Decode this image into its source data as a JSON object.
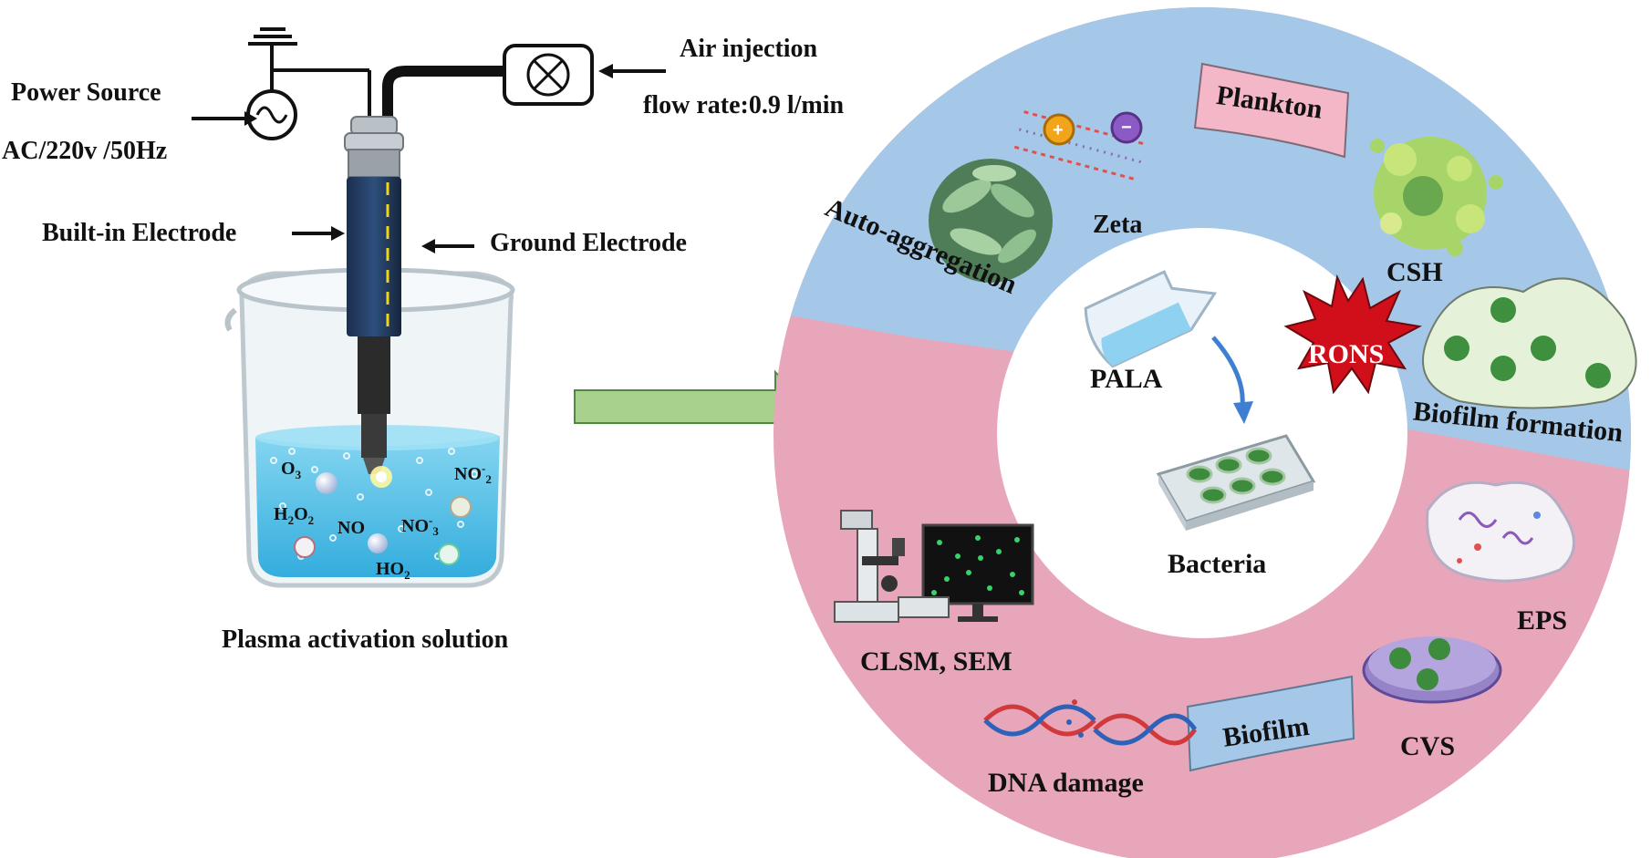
{
  "left_setup": {
    "power_source": "Power Source",
    "power_spec": "AC/220v /50Hz",
    "air_injection": "Air injection",
    "flow_rate": "flow rate:0.9 l/min",
    "built_in_electrode": "Built-in Electrode",
    "ground_electrode": "Ground Electrode",
    "caption": "Plasma activation solution",
    "species": {
      "o3": "O",
      "o3_sub": "3",
      "no2": "NO",
      "no2_sup": "-",
      "no2_sub": "2",
      "h2o2_a": "H",
      "h2o2_sub1": "2",
      "h2o2_b": "O",
      "h2o2_sub2": "2",
      "no": "NO",
      "no3": "NO",
      "no3_sup": "-",
      "no3_sub": "3",
      "ho2": "HO",
      "ho2_sub": "2"
    }
  },
  "ring": {
    "top": {
      "plankton": "Plankton",
      "zeta": "Zeta",
      "csh": "CSH",
      "auto_aggregation": "Auto-aggregation",
      "biofilm_formation": "Biofilm formation"
    },
    "center": {
      "pala": "PALA",
      "rons": "RONS",
      "bacteria": "Bacteria"
    },
    "bottom": {
      "clsm_sem": "CLSM, SEM",
      "eps": "EPS",
      "biofilm": "Biofilm",
      "cvs": "CVS",
      "dna_damage": "DNA damage"
    }
  },
  "colors": {
    "blue_band": "#a6c8e8",
    "pink_band": "#e8a6bb",
    "arrow_green": "#a9d18e",
    "water": "#5ec6ea",
    "rons_red": "#d10f1b"
  }
}
